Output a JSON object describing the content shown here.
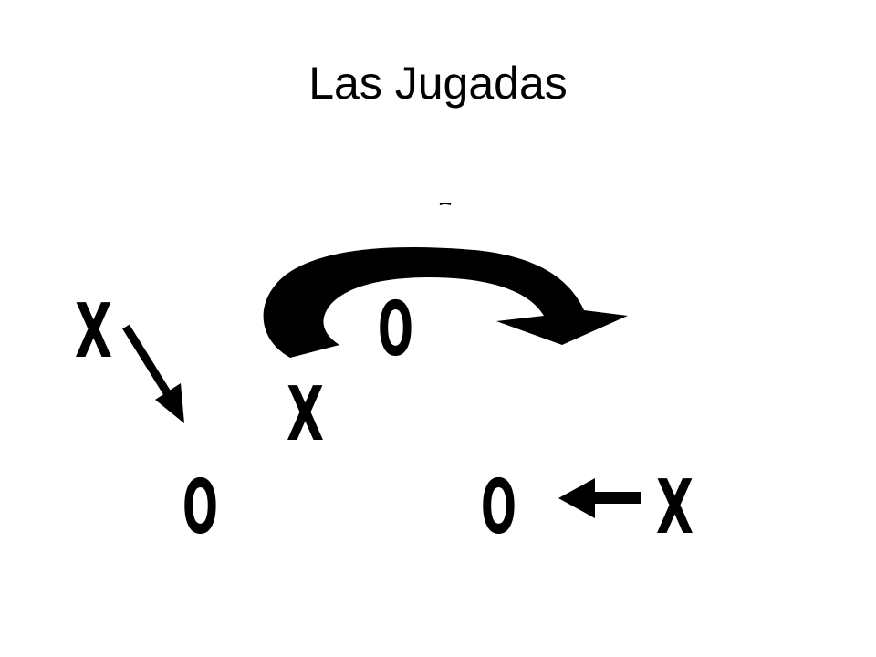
{
  "slide": {
    "title": "Las Jugadas"
  },
  "diagram": {
    "symbols": [
      {
        "id": "x-left",
        "kind": "x",
        "glyph": "X"
      },
      {
        "id": "o-center-top",
        "kind": "o",
        "glyph": "O"
      },
      {
        "id": "x-center",
        "kind": "x",
        "glyph": "X"
      },
      {
        "id": "o-bottom-left",
        "kind": "o",
        "glyph": "O"
      },
      {
        "id": "o-bottom-right",
        "kind": "o",
        "glyph": "O"
      },
      {
        "id": "x-right",
        "kind": "x",
        "glyph": "X"
      }
    ],
    "arrows": [
      {
        "id": "curved-arrow",
        "shape": "arc-over-top"
      },
      {
        "id": "diagonal-arrow",
        "shape": "down-right"
      },
      {
        "id": "left-arrow",
        "shape": "pointing-left"
      }
    ],
    "ink_color": "#000000"
  }
}
